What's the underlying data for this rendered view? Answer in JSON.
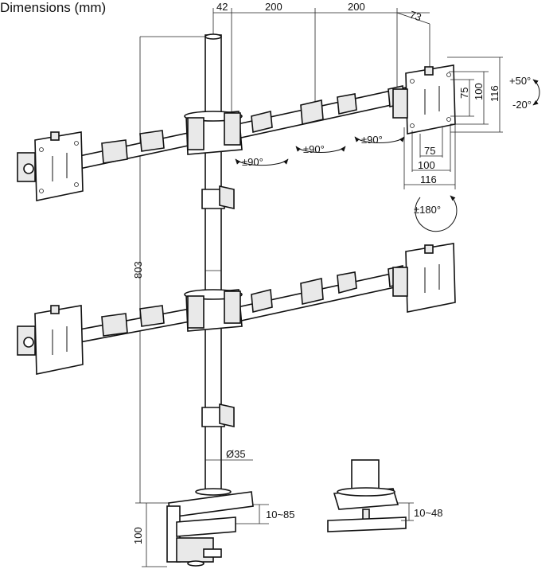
{
  "diagram": {
    "title": "Dimensions (mm)",
    "dimensions": {
      "arm_offset": "42",
      "arm_segment_1": "200",
      "arm_segment_2": "200",
      "tilt_offset": "73",
      "pole_height": "803",
      "pole_diameter": "Ø35",
      "clamp_height": "100",
      "clamp_range": "10~85",
      "grommet_range": "10~48"
    },
    "vesa": {
      "vertical_small": "75",
      "vertical_mid": "100",
      "vertical_large": "116",
      "horizontal_small": "75",
      "horizontal_mid": "100",
      "horizontal_large": "116"
    },
    "rotations": {
      "tilt_up": "+50°",
      "tilt_down": "-20°",
      "swivel_arm_1": "±90°",
      "swivel_arm_2": "±90°",
      "swivel_arm_3": "±90°",
      "rotation": "±180°"
    }
  }
}
